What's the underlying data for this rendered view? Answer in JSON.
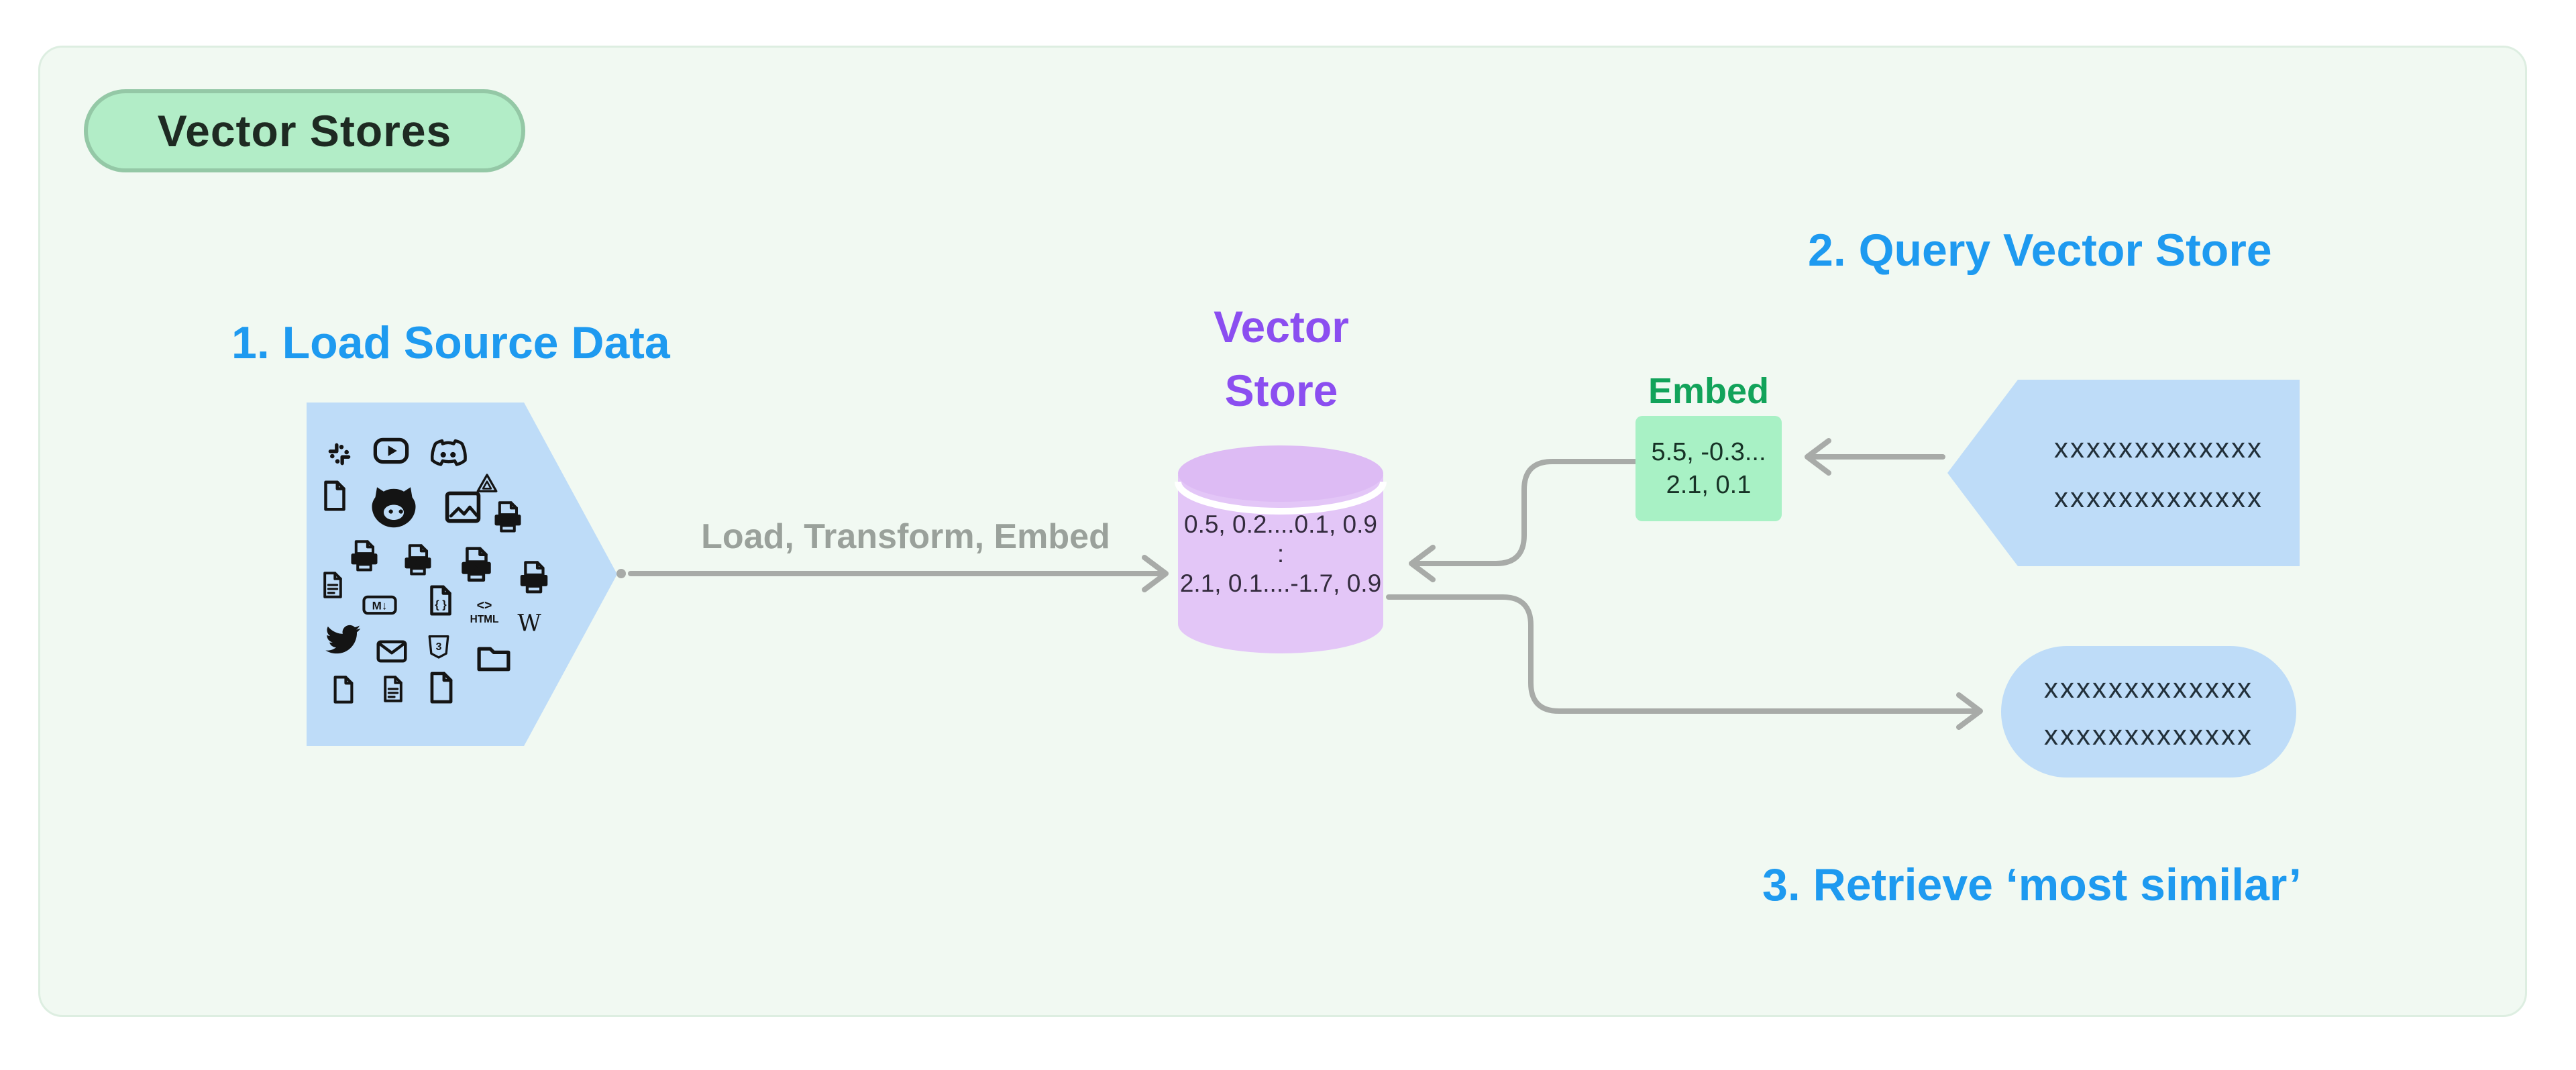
{
  "badge": {
    "label": "Vector Stores"
  },
  "steps": {
    "step1": "1. Load Source Data",
    "step2": "2. Query Vector Store",
    "step3": "3. Retrieve ‘most similar’"
  },
  "flow": {
    "arrow_label": "Load, Transform, Embed"
  },
  "source": {
    "icons": [
      {
        "name": "slack"
      },
      {
        "name": "youtube"
      },
      {
        "name": "discord"
      },
      {
        "name": "file"
      },
      {
        "name": "github"
      },
      {
        "name": "image"
      },
      {
        "name": "google-drive"
      },
      {
        "name": "csv",
        "type": "label-file",
        "label": "CSV"
      },
      {
        "name": "file-lines"
      },
      {
        "name": "pdf",
        "type": "label-file",
        "label": "PDF"
      },
      {
        "name": "doc",
        "type": "label-file",
        "label": "DOC"
      },
      {
        "name": "txt",
        "type": "label-file",
        "label": "TXT"
      },
      {
        "name": "ppt",
        "type": "label-file",
        "label": "PPT"
      },
      {
        "name": "markdown"
      },
      {
        "name": "code-file"
      },
      {
        "name": "html"
      },
      {
        "name": "wikipedia"
      },
      {
        "name": "twitter"
      },
      {
        "name": "email"
      },
      {
        "name": "css3"
      },
      {
        "name": "folder"
      },
      {
        "name": "file"
      },
      {
        "name": "file-lines"
      },
      {
        "name": "file"
      }
    ]
  },
  "vector_store": {
    "title_lines": [
      "Vector",
      "Store"
    ],
    "rows": [
      "0.5, 0.2....0.1, 0.9",
      ":",
      "2.1, 0.1....-1.7, 0.9"
    ]
  },
  "embed": {
    "title": "Embed",
    "lines": [
      "5.5, -0.3...",
      "2.1, 0.1"
    ]
  },
  "query": {
    "lines": [
      "xxxxxxxxxxxxx",
      "xxxxxxxxxxxxx"
    ]
  },
  "result": {
    "lines": [
      "xxxxxxxxxxxxx",
      "xxxxxxxxxxxxx"
    ]
  },
  "colors": {
    "frame_bg": "#f1f9f2",
    "badge_bg": "#b2edc7",
    "badge_border": "#94c8a6",
    "shape_blue": "#bedcf8",
    "embed_green": "#a8f1c5",
    "cylinder_body": "#e3c6f7",
    "cylinder_top": "#ddbbf4",
    "heading_blue": "#1e9af0",
    "heading_purple": "#8b4ef0",
    "heading_green": "#12a35a",
    "arrow_gray": "#a8aba8"
  }
}
